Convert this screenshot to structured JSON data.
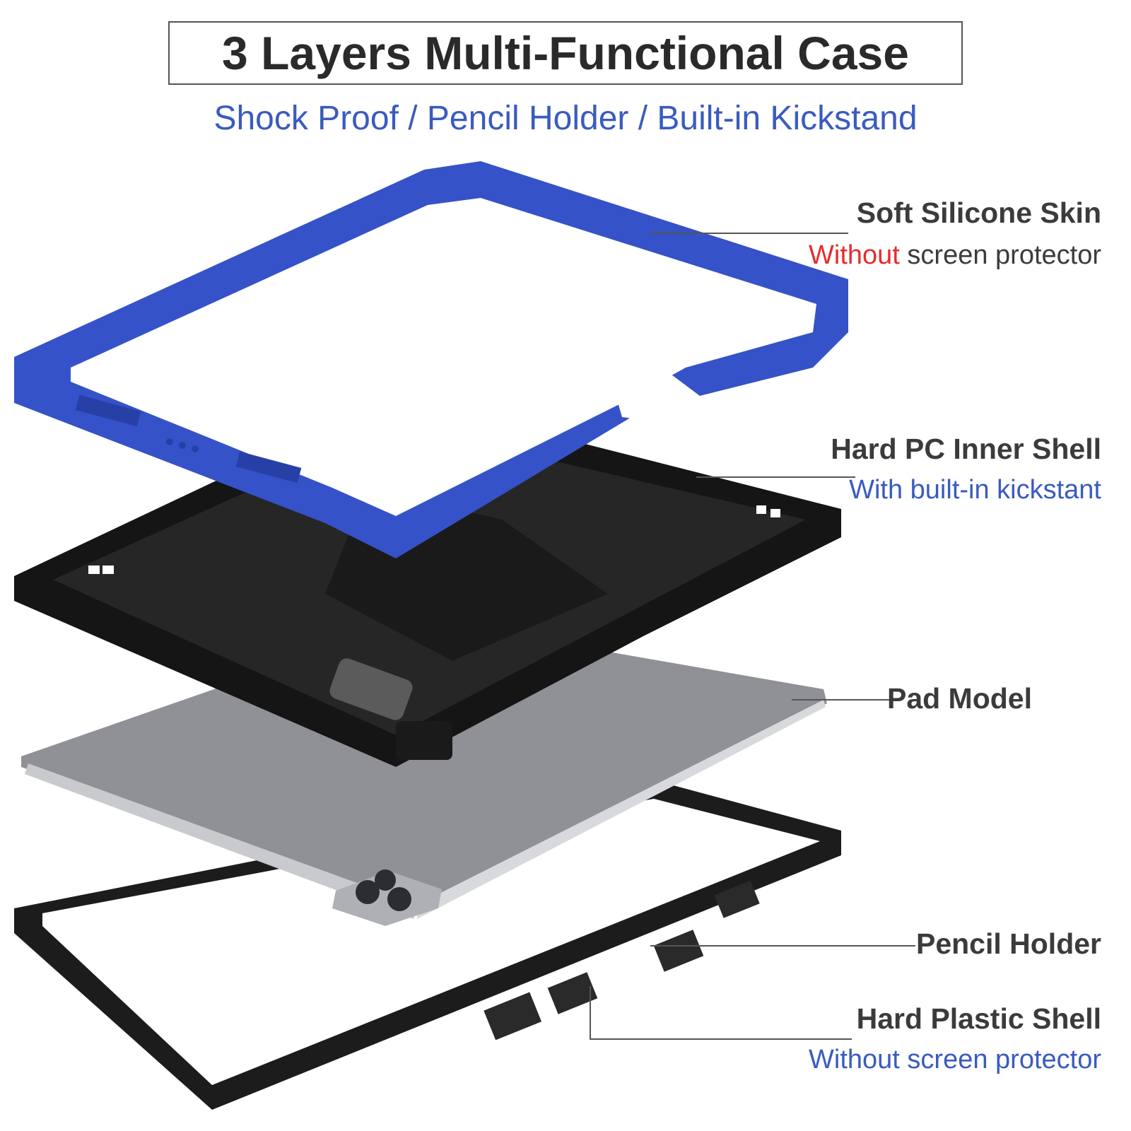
{
  "header": {
    "title": "3 Layers Multi-Functional Case",
    "subtitle": "Shock Proof / Pencil Holder / Built-in Kickstand"
  },
  "labels": {
    "silicone": {
      "title": "Soft Silicone Skin",
      "note_highlight": "Without",
      "note_rest": " screen protector"
    },
    "pc_shell": {
      "title": "Hard PC Inner Shell",
      "note": "With built-in kickstant"
    },
    "pad": {
      "title": "Pad Model"
    },
    "pencil": {
      "title": "Pencil Holder"
    },
    "plastic": {
      "title": "Hard Plastic Shell",
      "note": "Without screen protector"
    }
  },
  "colors": {
    "accent_blue": "#3a5bbf",
    "highlight_red": "#e52d2d",
    "silicone_blue": "#3552c8",
    "shell_black": "#1c1c1c",
    "pad_gray": "#9a9ca3"
  }
}
